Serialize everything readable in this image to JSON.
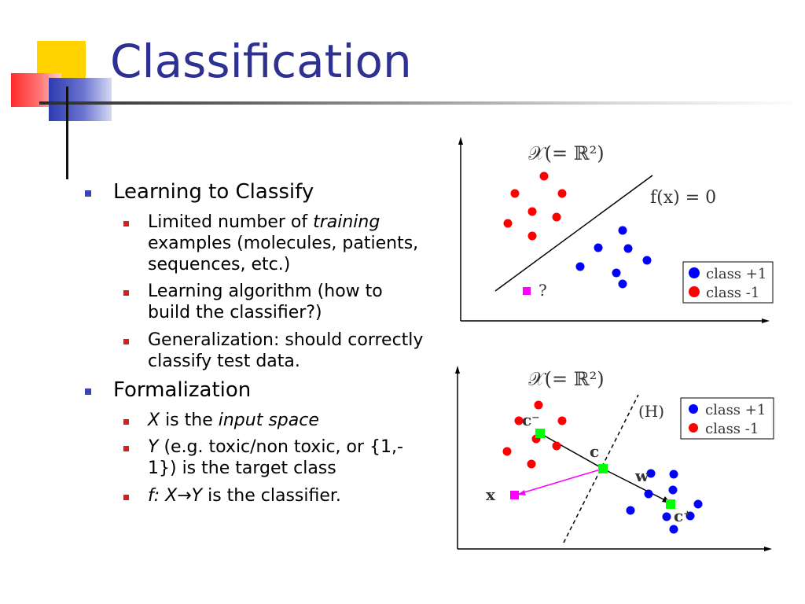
{
  "slide": {
    "title": "Classification",
    "bullets": [
      {
        "text": "Learning to Classify",
        "sub": [
          {
            "lines": [
              [
                "Limited number of ",
                "training"
              ],
              [
                "examples (molecules, patients,"
              ],
              [
                "sequences, etc.)"
              ]
            ]
          },
          {
            "lines": [
              [
                "Learning algorithm (how to"
              ],
              [
                "build the classifier?)"
              ]
            ]
          },
          {
            "lines": [
              [
                "Generalization: should correctly"
              ],
              [
                "classify test data."
              ]
            ]
          }
        ]
      },
      {
        "text": "Formalization",
        "sub": [
          {
            "parts": [
              "X",
              " is the ",
              "input space"
            ]
          },
          {
            "lines": [
              [
                "Y",
                " (e.g. toxic/non toxic, or {1,-"
              ],
              [
                "1}) is the target class"
              ]
            ]
          },
          {
            "parts": [
              "f: X→Y",
              " is the classifier."
            ]
          }
        ]
      }
    ]
  },
  "figure_top": {
    "space_label": "𝒳(= ℝ²)",
    "boundary_label": "f(x) = 0",
    "query_label": "?",
    "legend": [
      "class +1",
      "class -1"
    ]
  },
  "figure_bottom": {
    "space_label": "𝒳(= ℝ²)",
    "hyperplane_label": "(H)",
    "c_minus_label": "c⁻",
    "c_label": "c",
    "w_label": "w",
    "c_plus_label": "c⁺",
    "x_label": "x",
    "legend": [
      "class +1",
      "class -1"
    ]
  },
  "colors": {
    "title": "#2e3192",
    "class_pos": "#0000ff",
    "class_neg": "#ff0000",
    "query": "#ff00ff",
    "centroid": "#00ff00"
  }
}
